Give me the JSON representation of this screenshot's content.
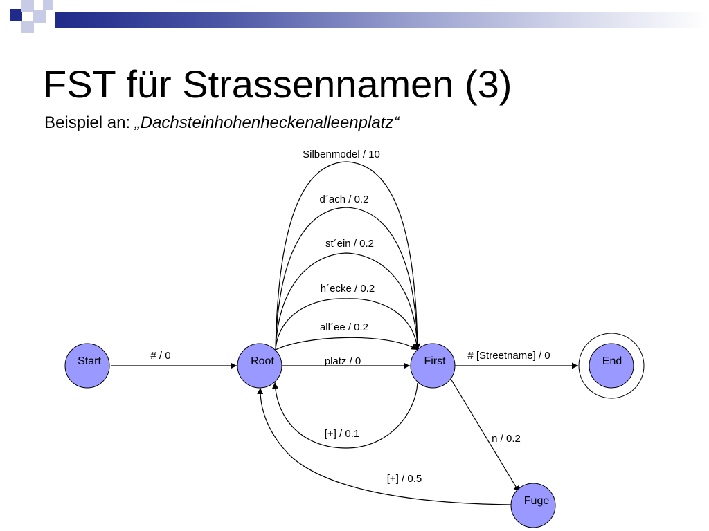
{
  "title": "FST für Strassennamen (3)",
  "subtitle": {
    "prefix": "Beispiel an: ",
    "example": "„Dachsteinhohenheckenalleenplatz“"
  },
  "colors": {
    "state_fill": "#9999ff",
    "header_dark": "#1f2a8a"
  },
  "states": {
    "start": "Start",
    "root": "Root",
    "first": "First",
    "end": "End",
    "fuge": "Fuge"
  },
  "transitions": {
    "start_root": "# / 0",
    "root_first_platz": "platz / 0",
    "root_first_allee": "all´ee / 0.2",
    "root_first_hecke": "h´ecke / 0.2",
    "root_first_stein": "st´ein / 0.2",
    "root_first_dach": "d´ach / 0.2",
    "root_first_silben": "Silbenmodel / 10",
    "first_end": "# [Streetname] / 0",
    "first_root": "[+] / 0.1",
    "first_fuge": "n / 0.2",
    "fuge_root": "[+] / 0.5"
  }
}
